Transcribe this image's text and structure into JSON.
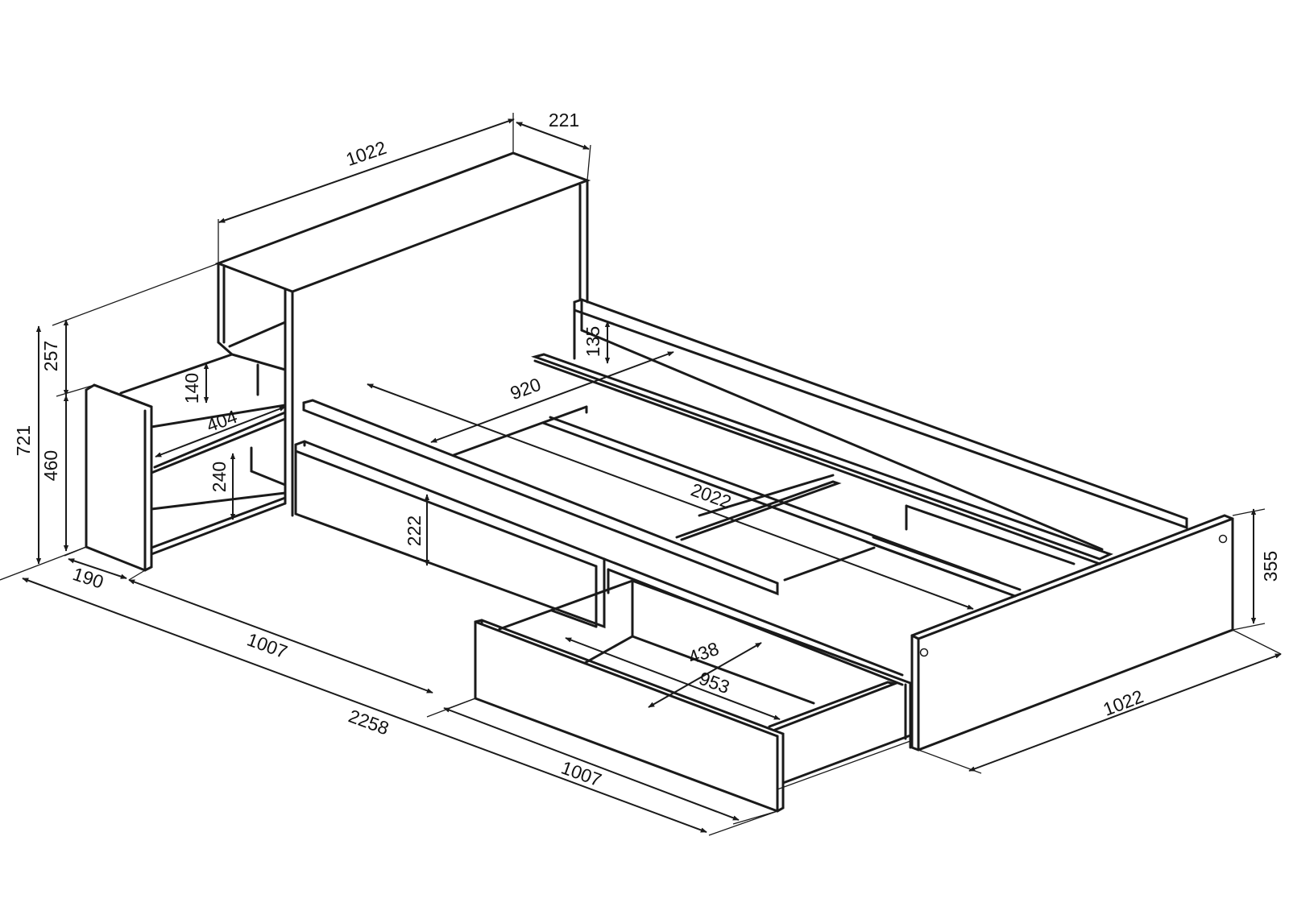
{
  "dimensions": {
    "headboard_width": "1022",
    "headboard_depth": "221",
    "shelf_top_height": "257",
    "total_height": "721",
    "side_height": "460",
    "shelf_upper_gap": "140",
    "shelf_width": "404",
    "shelf_lower_gap": "240",
    "side_depth": "190",
    "rail_height": "135",
    "inner_width": "920",
    "inner_length": "2022",
    "drawer_rail_height": "222",
    "footboard_height": "355",
    "drawer_inner_width": "438",
    "drawer_inner_length": "953",
    "left_drawer_length": "1007",
    "right_drawer_length": "1007",
    "total_length": "2258",
    "footboard_width": "1022"
  },
  "colors": {
    "line": "#1a1a1a",
    "background": "#ffffff"
  }
}
